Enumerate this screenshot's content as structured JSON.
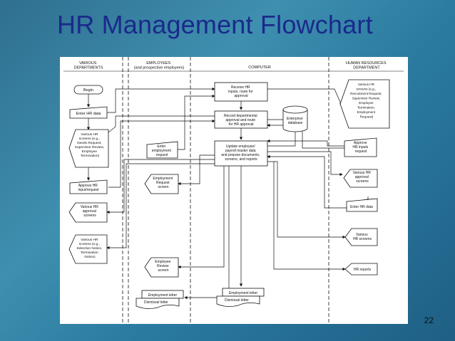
{
  "title": "HR Management Flowchart",
  "page_number": "22",
  "lanes": {
    "various": [
      "VARIOUS",
      "DEPARTMENTS"
    ],
    "employees": [
      "EMPLOYEES",
      "(and prospective employees)"
    ],
    "computer": [
      "COMPUTER"
    ],
    "hr": [
      "HUMAN RESOURCES",
      "DEPARTMENT"
    ]
  },
  "nodes": {
    "begin": [
      "Begin"
    ],
    "enter_hr_data_left": [
      "Enter HR data"
    ],
    "various_screens_1": [
      "Various HR",
      "screens (e.g.,",
      "Needs Request,",
      "Supervisor Review,",
      "Employee",
      "Termination)"
    ],
    "approve_hr_input": [
      "Approve HR",
      "input/request"
    ],
    "various_approval_left": [
      "Various HR",
      "approval",
      "screens"
    ],
    "various_screens_2": [
      "Various HR",
      "screens (e.g.,",
      "Selection Notice,",
      "Termination",
      "Notice)"
    ],
    "enter_employment_request": [
      "Enter",
      "employment",
      "request"
    ],
    "employment_request_screen": [
      "Employment",
      "Request",
      "screen"
    ],
    "employee_review_screen": [
      "Employee",
      "Review",
      "screen"
    ],
    "employment_letter_left": [
      "Employment letter"
    ],
    "dismissal_letter_left": [
      "Dismissal letter"
    ],
    "receive_inputs": [
      "Receive HR",
      "inputs, route for",
      "approval"
    ],
    "record_approval": [
      "Record departmental",
      "approval and route",
      "for HR approval"
    ],
    "enterprise_db": [
      "Enterprise",
      "database"
    ],
    "update_files": [
      "Update employee/",
      "payroll master data",
      "and prepare documents,",
      "screens, and reports"
    ],
    "employment_letter_mid": [
      "Employment letter"
    ],
    "dismissal_letter_mid": [
      "Dismissal letter"
    ],
    "various_screens_hr": [
      "Various HR",
      "screens (e.g.,",
      "Recruitment Request,",
      "Supervisor Review,",
      "Employee",
      "Termination,",
      "Employment",
      "Request)"
    ],
    "approve_hr_inputs_hr": [
      "Approve",
      "HR inputs",
      "request"
    ],
    "various_approval_hr": [
      "Various HR",
      "approval",
      "screens"
    ],
    "enter_hr_data_hr": [
      "Enter HR data"
    ],
    "various_hr_screens_hr": [
      "Various",
      "HR screens"
    ],
    "hr_reports": [
      "HR reports"
    ]
  }
}
